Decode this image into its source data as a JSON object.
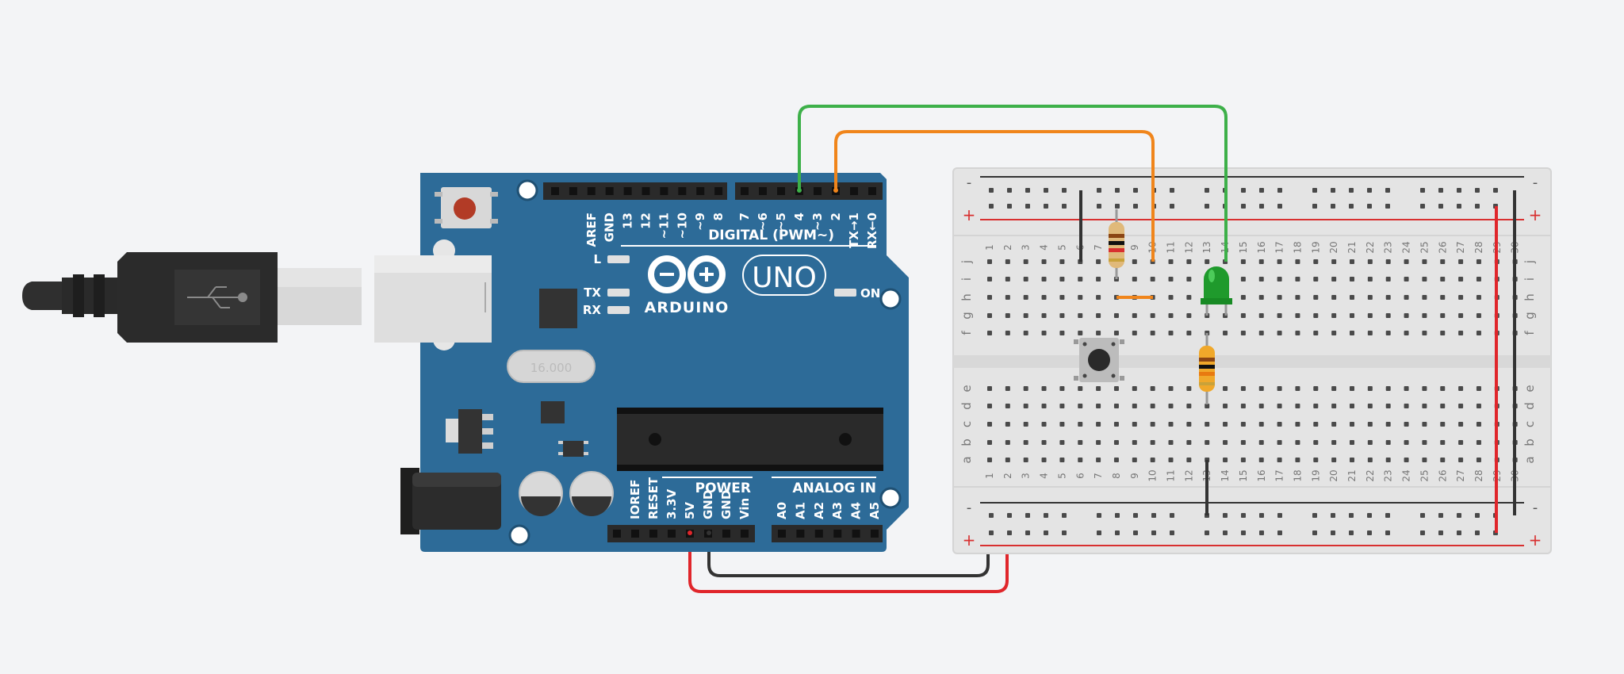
{
  "board": {
    "brand": "ARDUINO",
    "model": "UNO",
    "on_label": "ON",
    "led_labels": [
      "L",
      "TX",
      "RX"
    ],
    "crystal": "16.000",
    "digital_title": "DIGITAL (PWM~)",
    "digital_pins": [
      "AREF",
      "GND",
      "13",
      "12",
      "~11",
      "~10",
      "~9",
      "8",
      "7",
      "~6",
      "~5",
      "4",
      "~3",
      "2",
      "TX→1",
      "RX←0"
    ],
    "power_title": "POWER",
    "analog_title": "ANALOG IN",
    "power_pins": [
      "IOREF",
      "RESET",
      "3.3V",
      "5V",
      "GND",
      "GND",
      "Vin"
    ],
    "analog_pins": [
      "A0",
      "A1",
      "A2",
      "A3",
      "A4",
      "A5"
    ]
  },
  "breadboard": {
    "rail_minus": "-",
    "rail_plus": "+",
    "row_letters_top": [
      "j",
      "i",
      "h",
      "g",
      "f"
    ],
    "row_letters_bottom": [
      "e",
      "d",
      "c",
      "b",
      "a"
    ],
    "column_count": 30
  },
  "wires": [
    {
      "name": "wire-pin4-green",
      "color": "#3db049"
    },
    {
      "name": "wire-pin2-orange",
      "color": "#f0851b"
    },
    {
      "name": "wire-5v-red",
      "color": "#e0262b"
    },
    {
      "name": "wire-gnd-black",
      "color": "#333333"
    }
  ],
  "colors": {
    "board": "#2d6b98",
    "board_dark": "#1f5073",
    "background": "#f3f4f6",
    "breadboard": "#e4e4e4",
    "led": "#1f9a2c"
  }
}
